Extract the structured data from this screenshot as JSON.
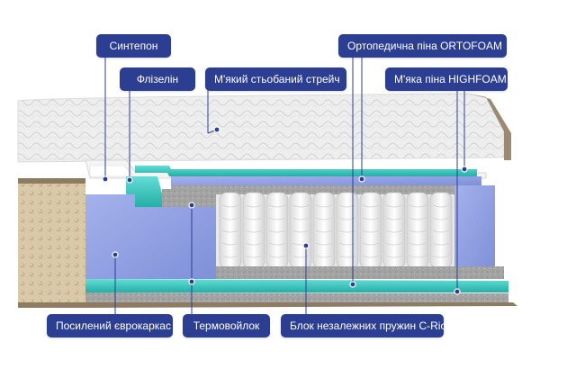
{
  "callouts": {
    "sinteпон": "Синтепон",
    "flizelin": "Флізелін",
    "stretch": "М'який стьобаний стрейч",
    "ortofoam": "Ортопедична піна ORTOFOAM",
    "highfoam": "М'яка піна HIGHFOAM",
    "eurokarkas": "Посилений єврокаркас",
    "termovoilok": "Термовойлок",
    "springs": "Блок незалежних пружин C-Rich"
  },
  "colors": {
    "label_bg": "#2c3e91",
    "label_text": "#ffffff",
    "teal_foam": "#3cc7c0",
    "blue_foam": "#8f9fe2",
    "beige_fabric": "#d8c9ad",
    "felt_grey": "#9a9a9a"
  }
}
